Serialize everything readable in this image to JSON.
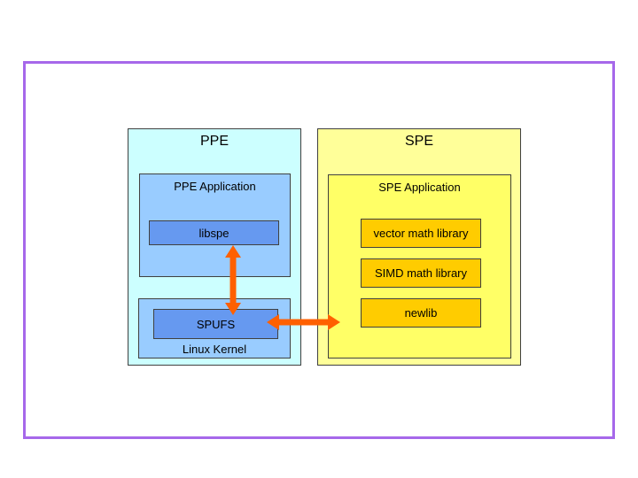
{
  "colors": {
    "frame_border": "#A668EA",
    "ppe_fill": "#CCFFFF",
    "ppe_inner_fill": "#99CCFF",
    "ppe_module_fill": "#6699F0",
    "spe_fill": "#FFFF99",
    "spe_inner_fill": "#FFFF66",
    "spe_module_fill": "#FFCC00",
    "arrow": "#FF6000",
    "box_border": "#404040"
  },
  "diagram": {
    "ppe": {
      "title": "PPE",
      "application": {
        "title": "PPE Application",
        "modules": [
          {
            "label": "libspe"
          }
        ]
      },
      "kernel": {
        "title": "Linux Kernel",
        "modules": [
          {
            "label": "SPUFS"
          }
        ]
      }
    },
    "spe": {
      "title": "SPE",
      "application": {
        "title": "SPE Application",
        "modules": [
          {
            "label": "vector math library"
          },
          {
            "label": "SIMD math library"
          },
          {
            "label": "newlib"
          }
        ]
      }
    },
    "connections": [
      {
        "from": "libspe",
        "to": "SPUFS",
        "type": "bidirectional"
      },
      {
        "from": "SPUFS",
        "to": "SPE",
        "type": "bidirectional"
      }
    ]
  }
}
